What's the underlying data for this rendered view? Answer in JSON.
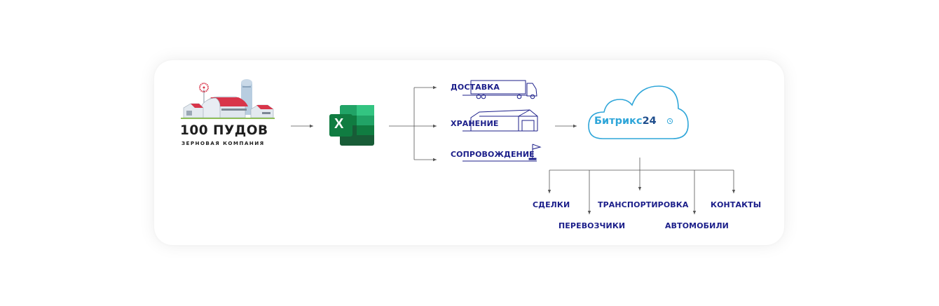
{
  "company_logo": {
    "title": "100 ПУДОВ",
    "subtitle": "ЗЕРНОВАЯ КОМПАНИЯ"
  },
  "excel_icon": {
    "letter": "X"
  },
  "services": [
    {
      "label": "ДОСТАВКА",
      "icon": "truck-icon"
    },
    {
      "label": "ХРАНЕНИЕ",
      "icon": "warehouse-icon"
    },
    {
      "label": "СОПРОВОЖДЕНИЕ",
      "icon": "flag-icon"
    }
  ],
  "crm": {
    "name": "Битрикс",
    "number": "24",
    "icon": "clock-icon"
  },
  "entities": [
    {
      "label": "СДЕЛКИ"
    },
    {
      "label": "ПЕРЕВОЗЧИКИ"
    },
    {
      "label": "ТРАНСПОРТИРОВКА"
    },
    {
      "label": "АВТОМОБИЛИ"
    },
    {
      "label": "КОНТАКТЫ"
    }
  ],
  "colors": {
    "label_text": "#1c1f8a",
    "bitrix_blue": "#2fa6d9",
    "bitrix_dark": "#1e4d8c",
    "excel_green": "#1d7044",
    "barn_red": "#d8354a",
    "connector": "#555555"
  }
}
